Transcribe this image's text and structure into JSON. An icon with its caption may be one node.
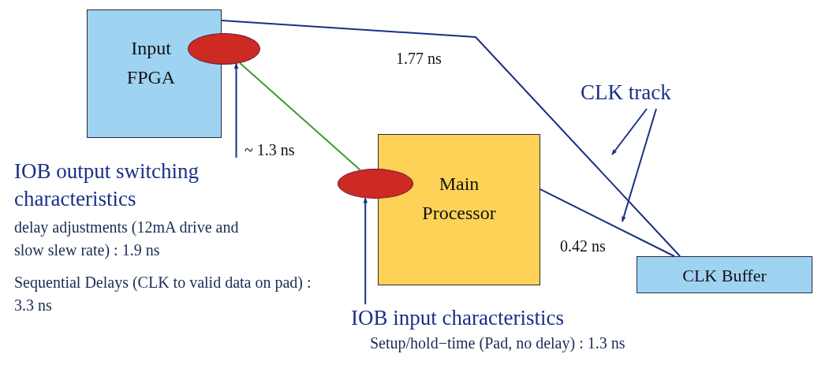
{
  "diagram": {
    "nodes": [
      {
        "text": [
          "Input FPGA"
        ]
      },
      {
        "text": [],
        "shape": "ellipse"
      },
      {
        "text": [
          "Main Processor"
        ]
      },
      {
        "text": [],
        "shape": "ellipse"
      },
      {
        "text": [
          "CLK Buffer"
        ]
      },
      {
        "text": [
          "IOB output switching characteristics",
          "delay adjustments (12mA drive and slow slew rate) : 1.9 ns",
          "Sequential Delays (CLK to valid data on pad) : 3.3 ns"
        ]
      },
      {
        "text": [
          "IOB input characteristics",
          "Setup/hold−time (Pad, no delay) : 1.3 ns"
        ]
      },
      {
        "text": [
          "CLK track"
        ]
      }
    ],
    "edges": [
      {
        "from": 0,
        "to": 4,
        "arrow": "none",
        "label": "1.77 ns"
      },
      {
        "from": 1,
        "to": 3,
        "arrow": "none",
        "label": "~ 1.3 ns",
        "color": "#3f9a2e"
      },
      {
        "from": 2,
        "to": 4,
        "arrow": "none",
        "label": "0.42 ns"
      },
      {
        "from": 5,
        "to": 1,
        "arrow": "to"
      },
      {
        "from": 6,
        "to": 3,
        "arrow": "to"
      },
      {
        "from": 7,
        "to": null,
        "arrow": "to"
      },
      {
        "from": 7,
        "to": null,
        "arrow": "to"
      }
    ]
  }
}
